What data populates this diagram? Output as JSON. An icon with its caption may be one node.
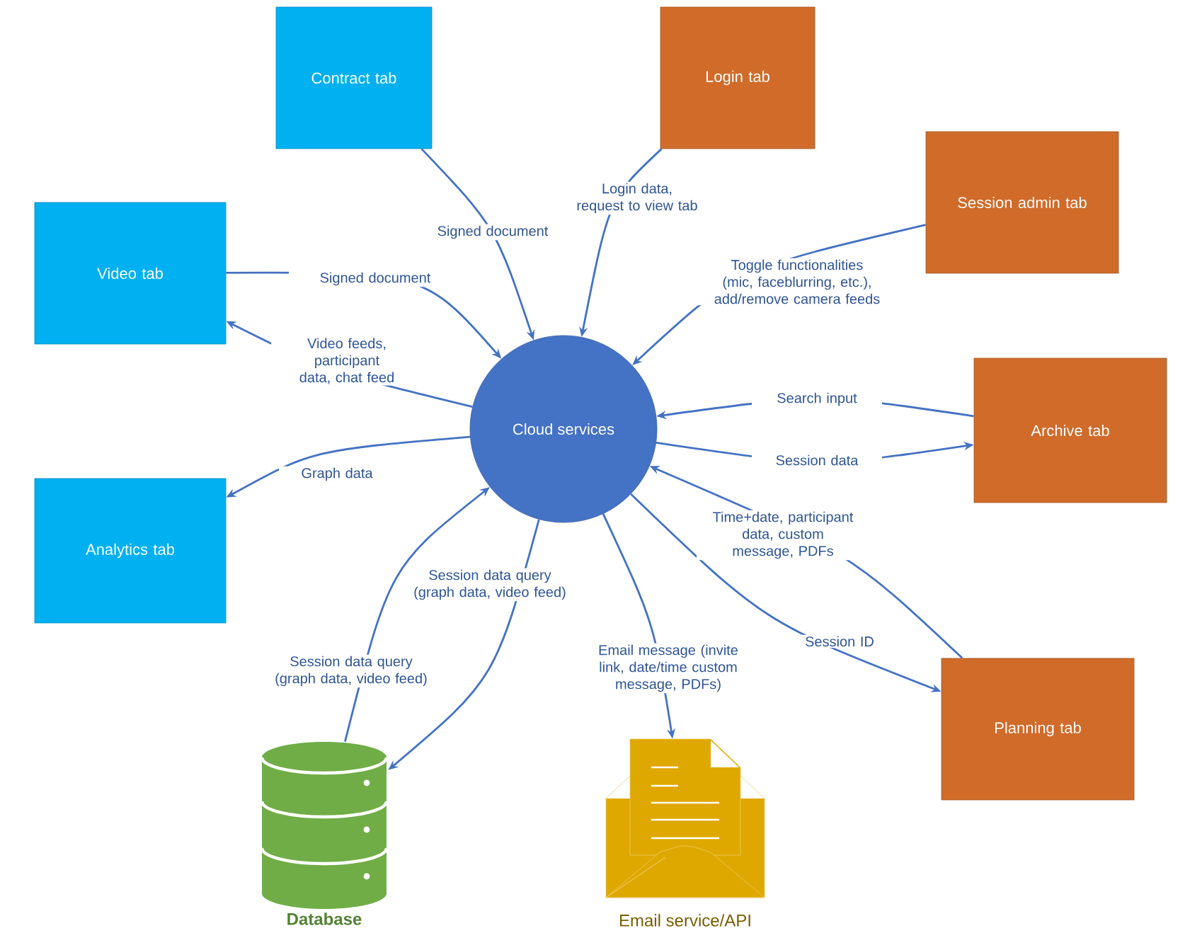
{
  "diagram": {
    "nodes": [
      {
        "text": [
          "Contract tab"
        ]
      },
      {
        "text": [
          "Login tab"
        ]
      },
      {
        "text": [
          "Session admin tab"
        ]
      },
      {
        "text": [
          "Video tab"
        ]
      },
      {
        "text": [
          "Cloud services"
        ]
      },
      {
        "text": [
          "Archive tab"
        ]
      },
      {
        "text": [
          "Analytics tab"
        ]
      },
      {
        "text": [
          "Planning tab"
        ]
      },
      {
        "text": [
          "Database"
        ]
      },
      {
        "text": [
          "Email service/API"
        ]
      }
    ],
    "edges": [
      {
        "from": 0,
        "to": 4,
        "arrow": "to",
        "label": "Signed document"
      },
      {
        "from": 3,
        "to": 4,
        "arrow": "to",
        "label": "Signed document"
      },
      {
        "from": 4,
        "to": 3,
        "arrow": "to",
        "label": "Video feeds, participant data, chat feed"
      },
      {
        "from": 1,
        "to": 4,
        "arrow": "to",
        "label": "Login data, request to view tab"
      },
      {
        "from": 2,
        "to": 4,
        "arrow": "to",
        "label": "Toggle functionalities (mic, faceblurring, etc.), add/remove camera feeds"
      },
      {
        "from": 5,
        "to": 4,
        "arrow": "to",
        "label": "Search input"
      },
      {
        "from": 4,
        "to": 5,
        "arrow": "to",
        "label": "Session data"
      },
      {
        "from": 7,
        "to": 4,
        "arrow": "to",
        "label": "Time+date, participant data, custom message, PDFs"
      },
      {
        "from": 4,
        "to": 7,
        "arrow": "to",
        "label": "Session ID"
      },
      {
        "from": 4,
        "to": 6,
        "arrow": "to",
        "label": "Graph data"
      },
      {
        "from": 8,
        "to": 4,
        "arrow": "to",
        "label": "Session data query (graph data, video feed)"
      },
      {
        "from": 4,
        "to": 8,
        "arrow": "to",
        "label": "Session data query (graph data, video feed)"
      },
      {
        "from": 4,
        "to": 9,
        "arrow": "to",
        "label": "Email message (invite link, date/time custom message, PDFs)"
      }
    ]
  }
}
